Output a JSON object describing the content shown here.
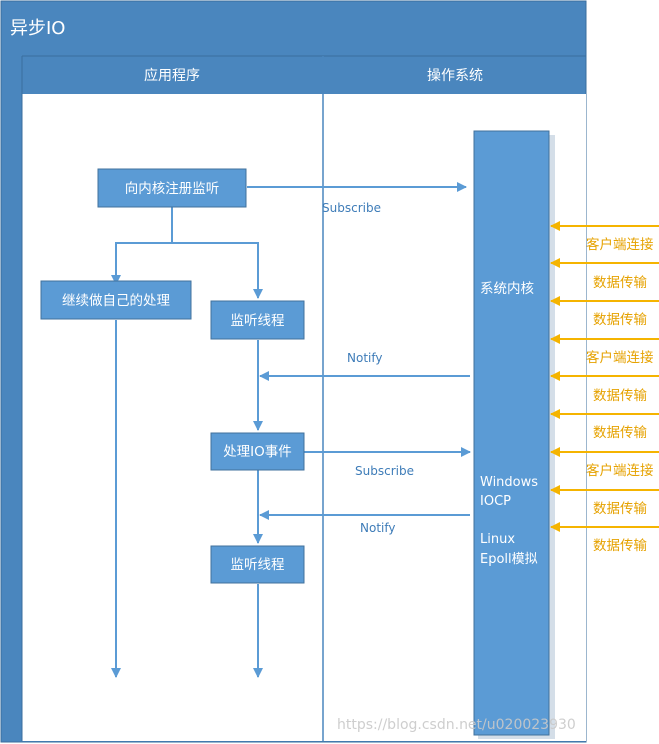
{
  "title": "异步IO",
  "lanes": {
    "app": "应用程序",
    "os": "操作系统"
  },
  "nodes": {
    "register": "向内核注册监听",
    "own_work": "继续做自己的处理",
    "listen1": "监听线程",
    "handle_io": "处理IO事件",
    "listen2": "监听线程",
    "kernel": "系统内核",
    "win1": "Windows",
    "win2": "IOCP",
    "linux1": "Linux",
    "linux2": "Epoll模拟"
  },
  "edges": {
    "subscribe1": "Subscribe",
    "notify1": "Notify",
    "subscribe2": "Subscribe",
    "notify2": "Notify"
  },
  "incoming": [
    "客户端连接",
    "数据传输",
    "数据传输",
    "客户端连接",
    "数据传输",
    "数据传输",
    "客户端连接",
    "数据传输",
    "数据传输"
  ],
  "watermark": "https://blog.csdn.net/u020023930",
  "colors": {
    "frame_bg": "#4a86be",
    "node_bg": "#5b9bd5",
    "node_border": "#41719c",
    "arrow_blue": "#5b9bd5",
    "arrow_orange": "#f5b400",
    "text_orange": "#e6a200"
  }
}
